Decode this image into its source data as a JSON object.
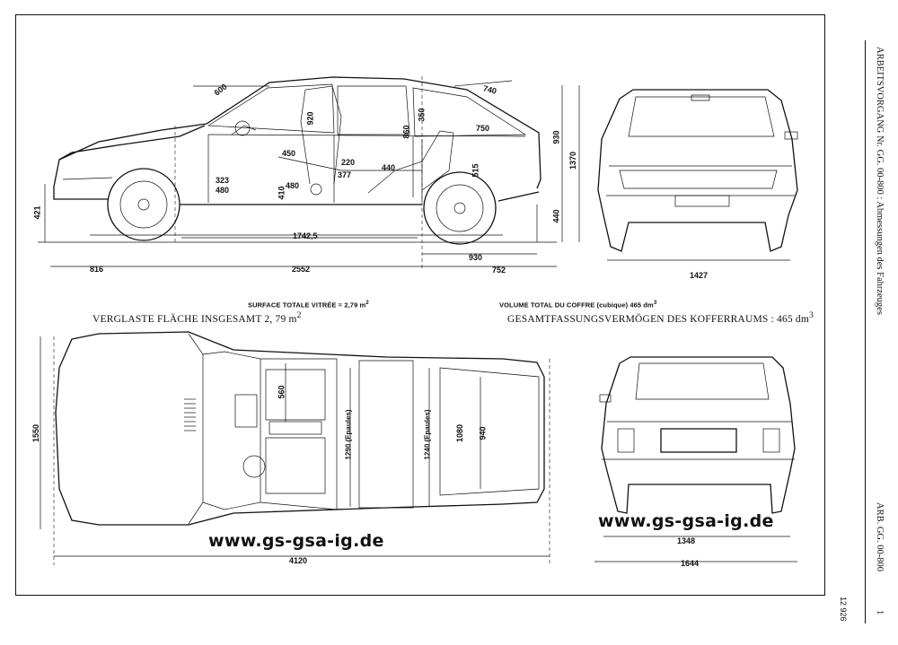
{
  "drawing": {
    "glazing_fr": "SURFACE TOTALE VITRÉE = 2,79 m",
    "glazing_fr_sup": "2",
    "trunk_fr": "VOLUME TOTAL DU COFFRE (cubique) 465 dm",
    "trunk_fr_sup": "3",
    "glazing_de": "VERGLASTE FLÄCHE INSGESAMT 2, 79 m",
    "glazing_de_sup": "2",
    "trunk_de": "GESAMTFASSUNGSVERMÖGEN DES KOFFERRAUMS : 465 dm",
    "trunk_de_sup": "3",
    "watermark": "www.gs-gsa-ig.de",
    "dims": {
      "d600": "600",
      "d740": "740",
      "d920": "920",
      "d350": "350",
      "d860": "860",
      "d750": "750",
      "d930": "930",
      "d1370": "1370",
      "d450": "450",
      "d220": "220",
      "d377": "377",
      "d440a": "440",
      "d515": "515",
      "d323": "323",
      "d480a": "480",
      "d410": "410",
      "d480b": "480",
      "d421": "421",
      "d1742": "1742,5",
      "d440b": "440",
      "d930b": "930",
      "d816": "816",
      "d2552": "2552",
      "d752": "752",
      "d1427": "1427",
      "d1550": "1550",
      "d560": "560",
      "d1290": "1290 (Epaules)",
      "d1240": "1240 (Epaules)",
      "d1080": "1080",
      "d940": "940",
      "d4120": "4120",
      "d1348": "1348",
      "d1644": "1644"
    }
  },
  "sidebar": {
    "header": "ARBEITSVORGANG Nr. GG. 00-800 : Abmessungen des Fahrzeuges",
    "footer": "ARB. GG. 00-800",
    "page": "1",
    "doc_number": "12 926"
  }
}
